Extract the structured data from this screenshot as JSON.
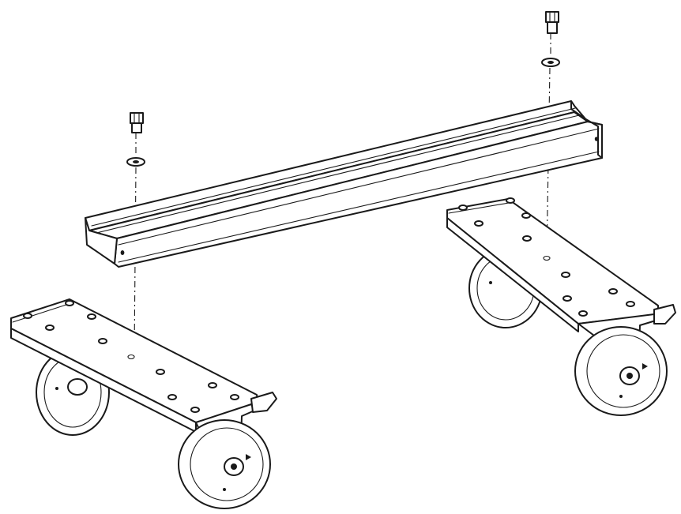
{
  "drawing": {
    "line_color": "#1a1a1a",
    "background": "#ffffff",
    "parts": [
      {
        "part": "channel-rail",
        "count": 1
      },
      {
        "part": "swivel-caster-plate",
        "count": 2
      },
      {
        "part": "hex-bolt",
        "count": 2
      },
      {
        "part": "washer",
        "count": 2
      }
    ]
  }
}
